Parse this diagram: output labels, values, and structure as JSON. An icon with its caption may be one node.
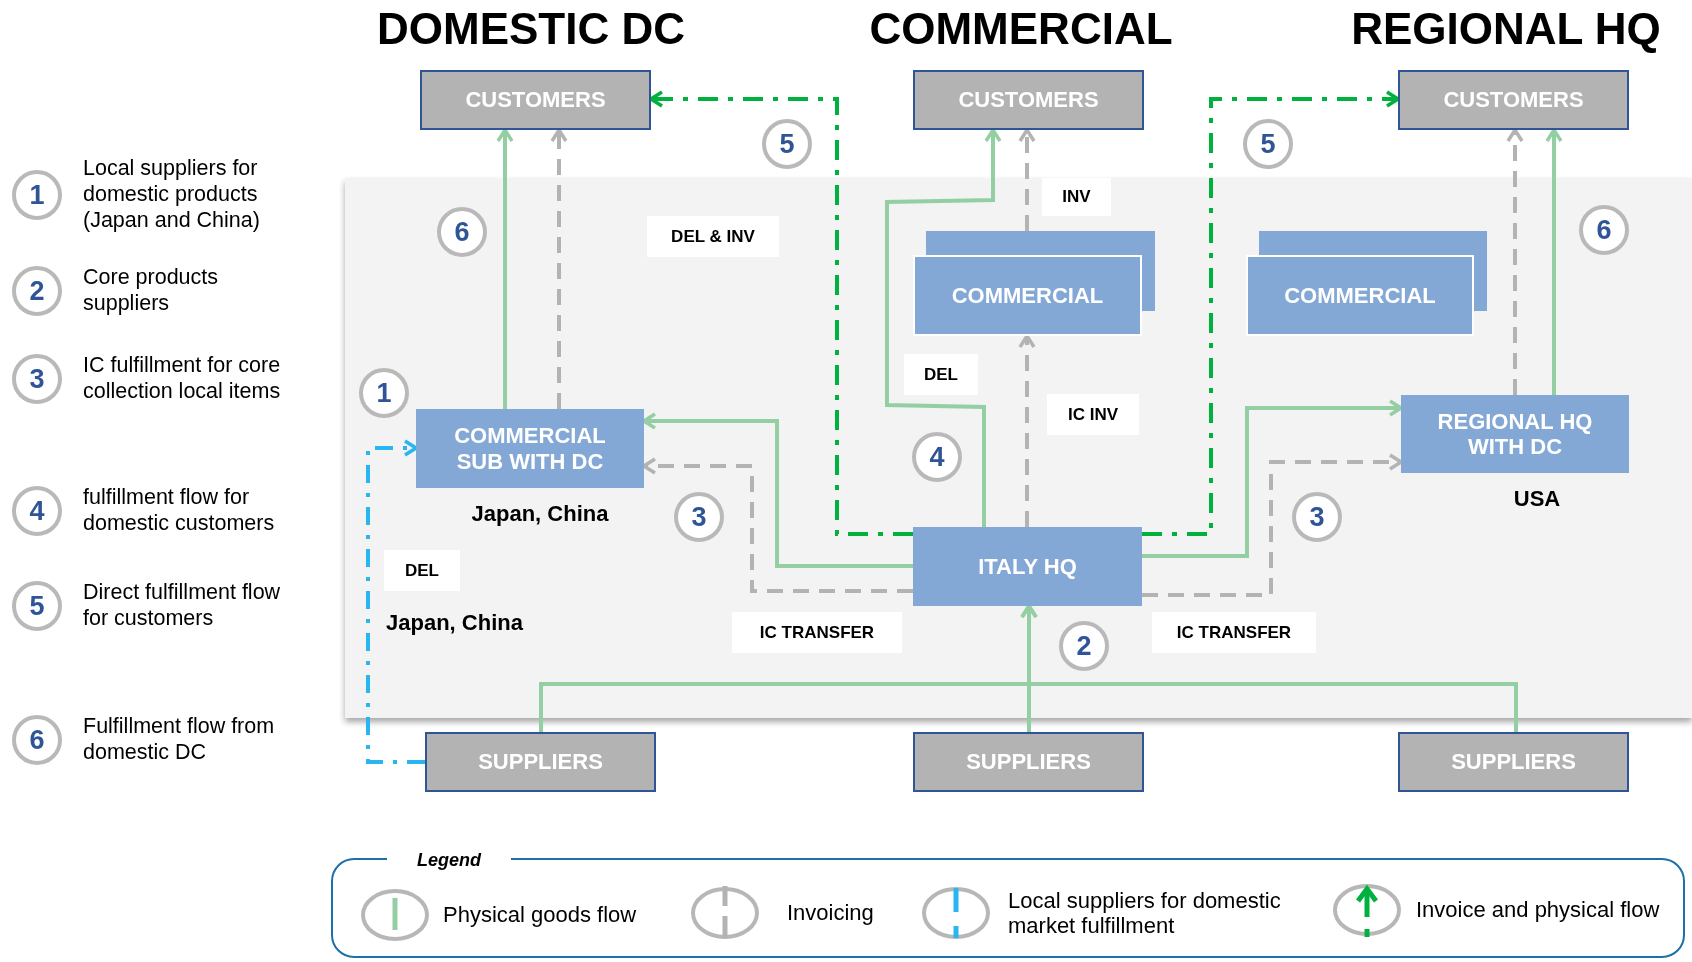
{
  "diagram": {
    "nodes": [
      {
        "text": [
          "CUSTOMERS"
        ]
      },
      {
        "text": [
          "CUSTOMERS"
        ]
      },
      {
        "text": [
          "CUSTOMERS"
        ]
      },
      {
        "text": [
          "COMMERCIAL SUB WITH DC"
        ],
        "beside": [
          "Japan, China"
        ]
      },
      {
        "text": [
          "COMMERCIAL"
        ]
      },
      {
        "text": [
          "COMMERCIAL"
        ]
      },
      {
        "text": [
          "REGIONAL HQ WITH DC"
        ],
        "beside": [
          "USA"
        ]
      },
      {
        "text": [
          "ITALY HQ"
        ]
      },
      {
        "text": [
          "SUPPLIERS"
        ]
      },
      {
        "text": [
          "SUPPLIERS"
        ]
      },
      {
        "text": [
          "SUPPLIERS"
        ]
      }
    ],
    "edges": [
      {
        "from": 3,
        "to": 0,
        "arrow": "to"
      },
      {
        "from": 3,
        "to": 0,
        "arrow": "to",
        "style": "dashed",
        "color": "#b3b3b3"
      },
      {
        "from": 7,
        "to": 0,
        "arrow": "to",
        "style": "dashed",
        "color": "#00b140",
        "label": "DEL & INV"
      },
      {
        "from": 7,
        "to": 2,
        "arrow": "to",
        "style": "dashed",
        "color": "#00b140"
      },
      {
        "from": 7,
        "to": 1,
        "arrow": "to",
        "label": "DEL"
      },
      {
        "from": 4,
        "to": 1,
        "arrow": "to",
        "style": "dashed",
        "color": "#b3b3b3",
        "label": "INV"
      },
      {
        "from": 7,
        "to": 4,
        "arrow": "to",
        "style": "dashed",
        "color": "#b3b3b3",
        "label": "IC INV"
      },
      {
        "from": 7,
        "to": 3,
        "arrow": "to"
      },
      {
        "from": 7,
        "to": 3,
        "arrow": "to",
        "style": "dashed",
        "color": "#b3b3b3",
        "label": "IC TRANSFER"
      },
      {
        "from": 7,
        "to": 6,
        "arrow": "to"
      },
      {
        "from": 7,
        "to": 6,
        "arrow": "to",
        "style": "dashed",
        "color": "#b3b3b3",
        "label": "IC TRANSFER"
      },
      {
        "from": 6,
        "to": 2,
        "arrow": "to"
      },
      {
        "from": 6,
        "to": 2,
        "arrow": "to",
        "style": "dashed",
        "color": "#b3b3b3"
      },
      {
        "from": 9,
        "to": 7,
        "arrow": "to"
      },
      {
        "from": 8,
        "to": 7,
        "arrow": "to"
      },
      {
        "from": 10,
        "to": 7,
        "arrow": "to"
      },
      {
        "from": 8,
        "to": 3,
        "arrow": "to",
        "style": "dashed",
        "color": "#29b6f0",
        "label": "DEL"
      }
    ],
    "labels": [
      "DOMESTIC DC",
      "COMMERCIAL",
      "REGIONAL HQ",
      "1",
      "Local suppliers for domestic products (Japan and China)",
      "2",
      "Core products suppliers",
      "3",
      "IC fulfillment for core collection local items",
      "4",
      "fulfillment flow for domestic customers",
      "5",
      "Direct fulfillment flow for customers",
      "6",
      "Fulfillment flow from domestic DC",
      "5",
      "5",
      "6",
      "6",
      "1",
      "4",
      "3",
      "3",
      "Japan, China",
      "2",
      "Legend"
    ],
    "legend": [
      {
        "text": "Physical goods flow"
      },
      {
        "text": "Invoicing"
      },
      {
        "text": "Local suppliers for domestic market fulfillment"
      },
      {
        "text": "Invoice and physical flow"
      }
    ]
  }
}
